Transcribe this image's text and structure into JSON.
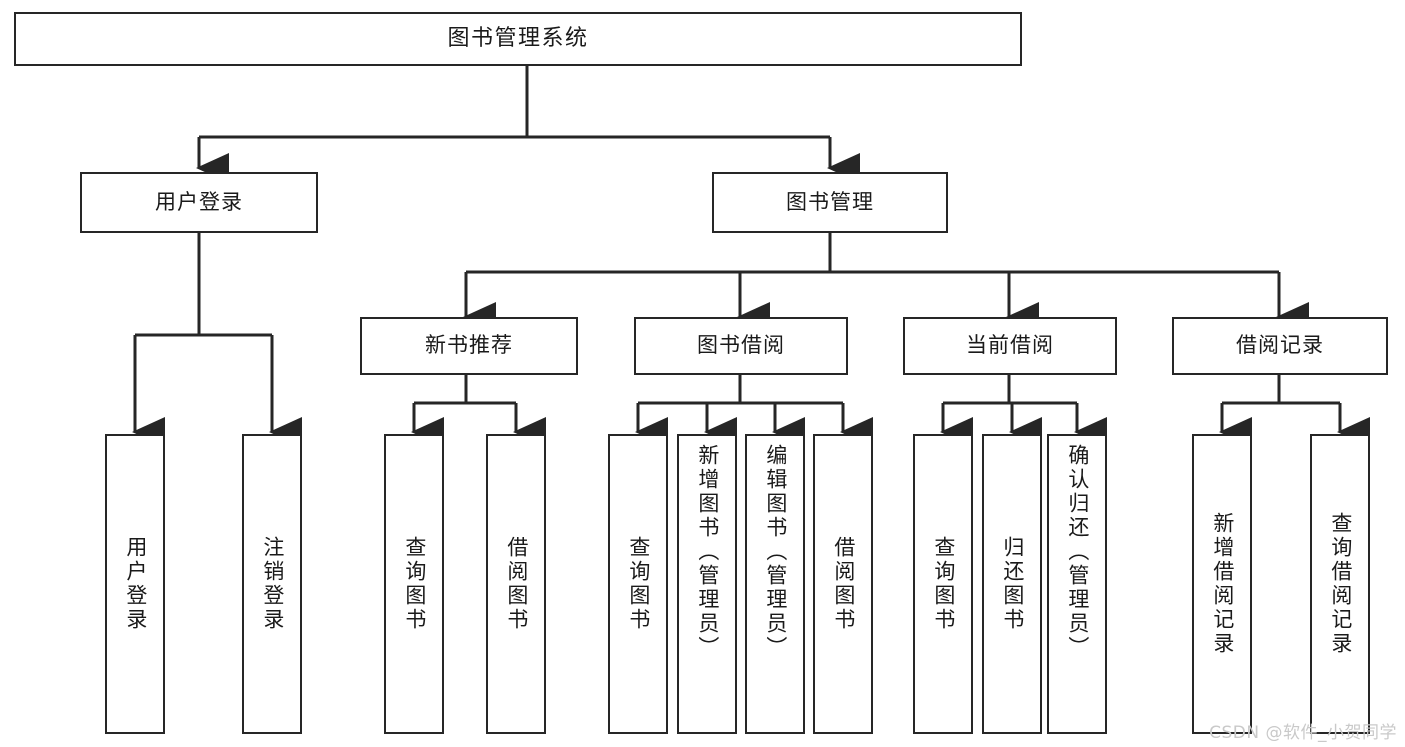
{
  "diagram": {
    "type": "tree",
    "title": "图书管理系统",
    "watermark": "CSDN @软件_小贺同学",
    "colors": {
      "box_border": "#262626",
      "box_fill": "#ffffff",
      "connector": "#262626",
      "text": "#1a1a1a",
      "watermark": "#c9c9c9",
      "background": "#ffffff"
    },
    "levels": {
      "level1": [
        "图书管理系统"
      ],
      "level2": [
        "用户登录",
        "图书管理"
      ],
      "level3": [
        "新书推荐",
        "图书借阅",
        "当前借阅",
        "借阅记录"
      ],
      "level4": [
        "用户登录",
        "注销登录",
        "查询图书",
        "借阅图书",
        "查询图书",
        "新增图书（管理员）",
        "编辑图书（管理员）",
        "借阅图书",
        "查询图书",
        "归还图书",
        "确认归还（管理员）",
        "新增借阅记录",
        "查询借阅记录"
      ]
    }
  },
  "nodes": {
    "root": {
      "label": "图书管理系统"
    },
    "user_login": {
      "label": "用户登录"
    },
    "book_manage": {
      "label": "图书管理"
    },
    "new_book_rec": {
      "label": "新书推荐"
    },
    "book_borrow": {
      "label": "图书借阅"
    },
    "current_borrow": {
      "label": "当前借阅"
    },
    "borrow_record": {
      "label": "借阅记录"
    },
    "leaf_user_login": {
      "label": "用户登录"
    },
    "leaf_logout": {
      "label": "注销登录"
    },
    "leaf_query_book_1": {
      "label": "查询图书"
    },
    "leaf_borrow_book_1": {
      "label": "借阅图书"
    },
    "leaf_query_book_2": {
      "label": "查询图书"
    },
    "leaf_add_book": {
      "label": "新增图书（管理员）"
    },
    "leaf_edit_book": {
      "label": "编辑图书（管理员）"
    },
    "leaf_borrow_book_2": {
      "label": "借阅图书"
    },
    "leaf_query_book_3": {
      "label": "查询图书"
    },
    "leaf_return_book": {
      "label": "归还图书"
    },
    "leaf_confirm_return": {
      "label": "确认归还（管理员）"
    },
    "leaf_add_record": {
      "label": "新增借阅记录"
    },
    "leaf_query_record": {
      "label": "查询借阅记录"
    }
  }
}
